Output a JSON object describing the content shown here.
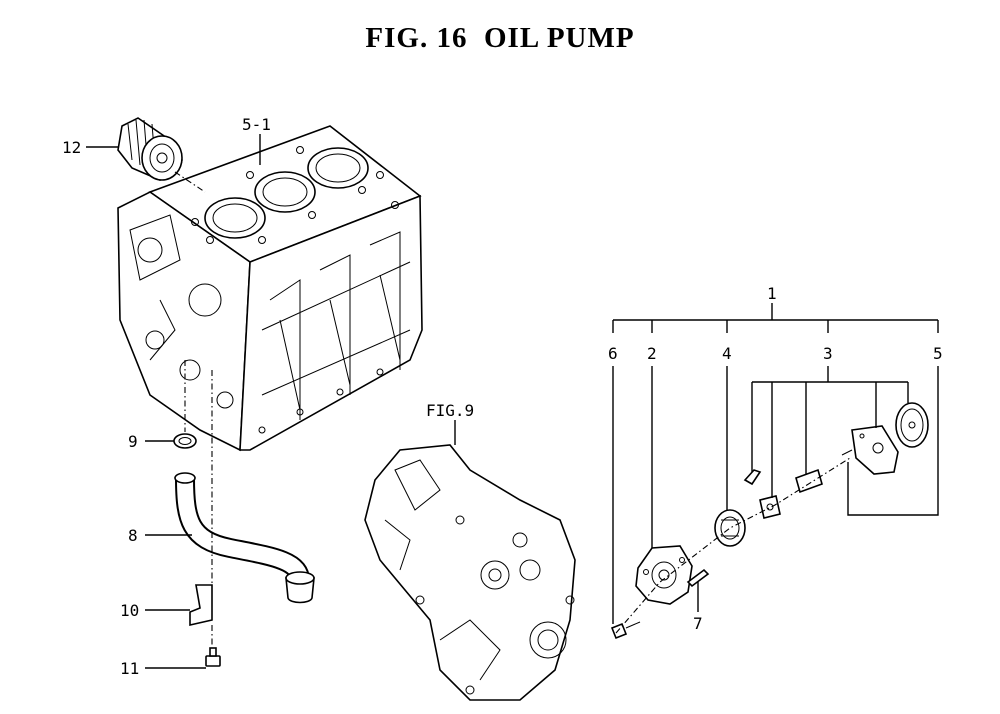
{
  "title": "FIG. 16  OIL PUMP",
  "callouts": {
    "c1": "1",
    "c2": "2",
    "c3": "3",
    "c4": "4",
    "c5": "5",
    "c6": "6",
    "c7": "7",
    "c8": "8",
    "c9": "9",
    "c10": "10",
    "c11": "11",
    "c12": "12",
    "c5_1": "5-1",
    "fig9": "FIG.9"
  }
}
